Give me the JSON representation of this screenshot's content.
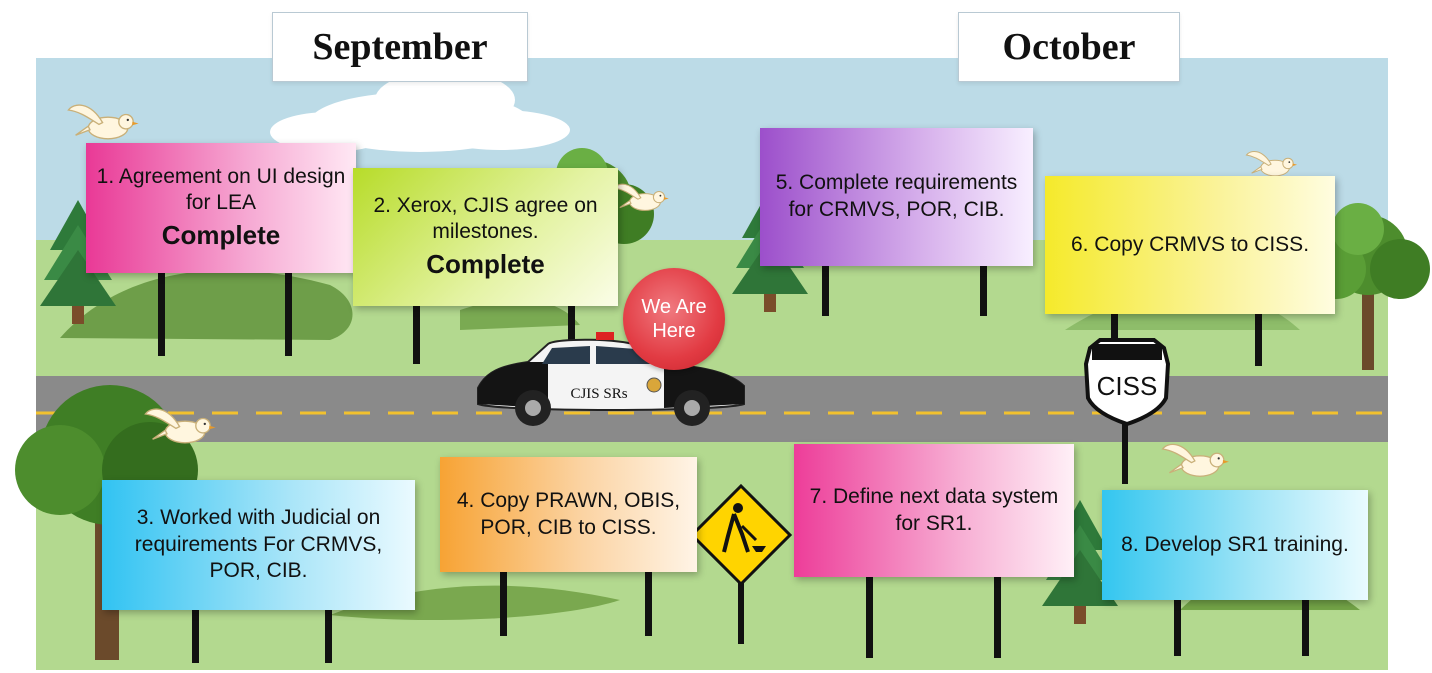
{
  "months": {
    "left": "September",
    "right": "October"
  },
  "signs": [
    {
      "text": "1. Agreement on UI design for LEA",
      "status": "Complete",
      "color": "#e93996"
    },
    {
      "text": "2. Xerox, CJIS agree on milestones.",
      "status": "Complete",
      "color": "#b7dc29"
    },
    {
      "text": "3. Worked with Judicial on requirements For CRMVS, POR, CIB.",
      "color": "#31c3f2"
    },
    {
      "text": "4. Copy PRAWN, OBIS, POR, CIB to CISS.",
      "color": "#f7a334"
    },
    {
      "text": "5. Complete requirements for CRMVS, POR, CIB.",
      "color": "#9c4fcb"
    },
    {
      "text": "6. Copy CRMVS to CISS.",
      "color": "#f5ea2b"
    },
    {
      "text": "7. Define next  data system for SR1.",
      "color": "#ed3d99"
    },
    {
      "text": "8. Develop SR1 training.",
      "color": "#33c6ef"
    }
  ],
  "marker": {
    "text": "We Are Here",
    "color": "#e23b43"
  },
  "car_label": "CJIS SRs",
  "route_shield": "CISS",
  "icons": [
    "dove-icon",
    "tree-icon",
    "bush-icon",
    "cloud-icon",
    "police-car-icon",
    "construction-sign-icon",
    "route-shield-icon"
  ],
  "colors": {
    "sky": "#bcdbe7",
    "grass": "#b3d98f",
    "road": "#8a8a8a",
    "road_line": "#f2c12e"
  }
}
